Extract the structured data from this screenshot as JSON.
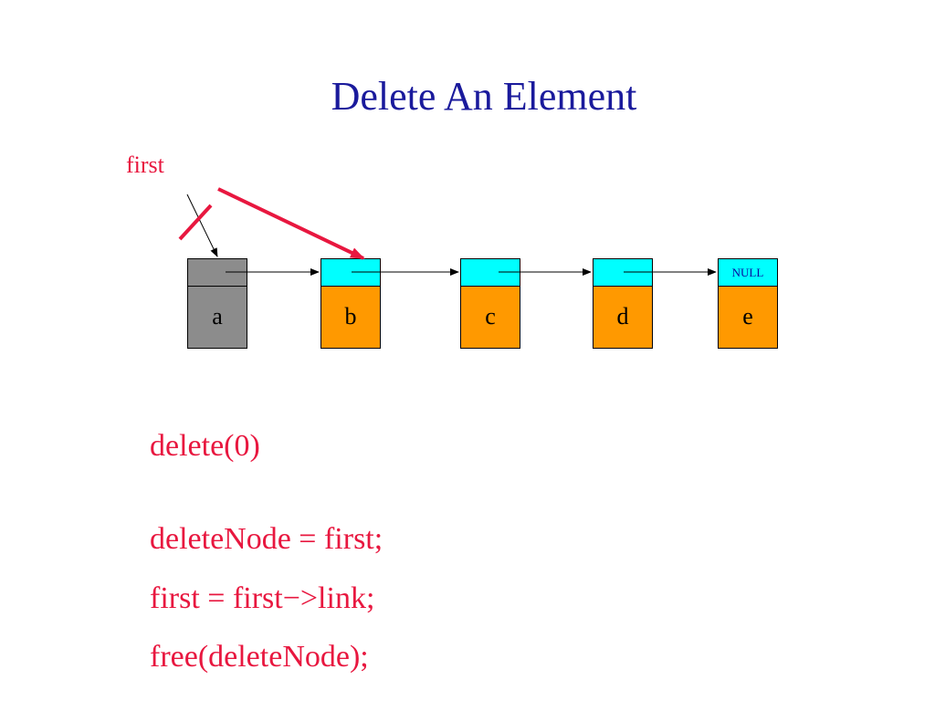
{
  "slide": {
    "title": "Delete An Element",
    "pointer_label": "first"
  },
  "nodes": [
    {
      "value": "a",
      "link_text": "",
      "link_color": "#8c8c8c",
      "data_color": "#8c8c8c",
      "status": "deleted"
    },
    {
      "value": "b",
      "link_text": "",
      "link_color": "#00ffff",
      "data_color": "#ff9900"
    },
    {
      "value": "c",
      "link_text": "",
      "link_color": "#00ffff",
      "data_color": "#ff9900"
    },
    {
      "value": "d",
      "link_text": "",
      "link_color": "#00ffff",
      "data_color": "#ff9900"
    },
    {
      "value": "e",
      "link_text": "NULL",
      "link_color": "#00ffff",
      "data_color": "#ff9900"
    }
  ],
  "code": {
    "call": "delete(0)",
    "lines": [
      "deleteNode = first;",
      "first = first−>link;",
      "free(deleteNode);"
    ]
  },
  "colors": {
    "title": "#1a1a9c",
    "highlight": "#e8173f"
  }
}
